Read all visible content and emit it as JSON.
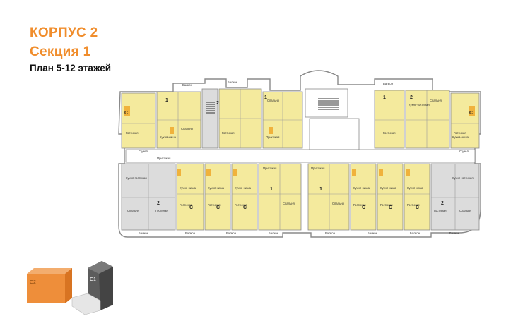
{
  "header": {
    "building": "КОРПУС 2",
    "section": "Секция 1",
    "floors": "План 5-12 этажей"
  },
  "minimap": {
    "c2": "С2",
    "c1": "С1"
  },
  "room_labels": {
    "living": "Гостиная",
    "bedroom": "Спальня",
    "kitchen": "Кухня-ниша",
    "kitchen_living": "Кухня-гостиная",
    "hall": "Прихожая",
    "bathroom": "С/узел",
    "balcony": "Балкон"
  },
  "colors": {
    "sold": "#f4ea9d",
    "available": "#dcdcdc",
    "highlight": "#ee8e3a",
    "wall": "#8a8a8a"
  }
}
